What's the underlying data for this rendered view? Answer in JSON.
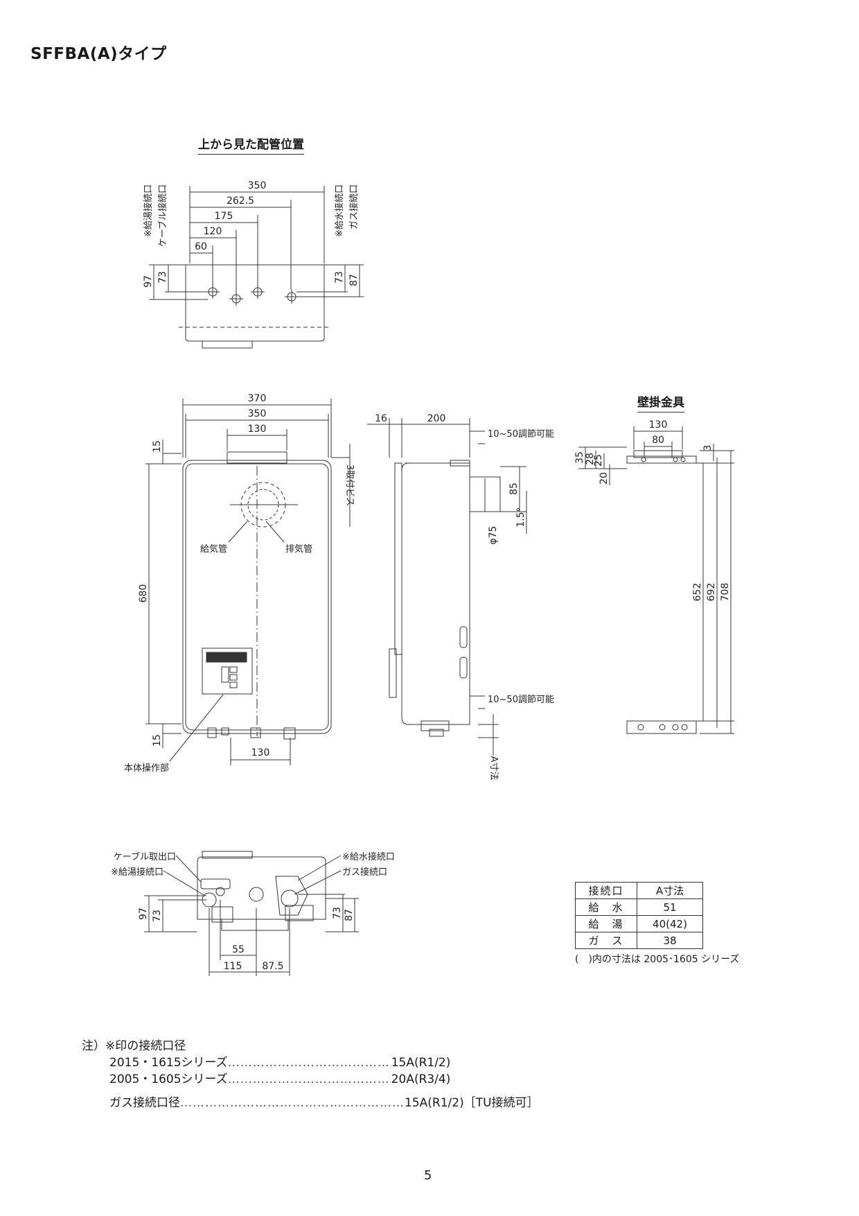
{
  "page_title": "SFFBA(A)タイプ",
  "top_view": {
    "title": "上から見た配管位置",
    "widths": [
      "350",
      "262.5",
      "175",
      "120",
      "60"
    ],
    "left_labels": [
      "※給湯接続口",
      "ケーブル接続口"
    ],
    "right_labels": [
      "※給水接続口",
      "ガス接続口"
    ],
    "left_depths": [
      "97",
      "73"
    ],
    "right_depths": [
      "73",
      "87"
    ]
  },
  "front_view": {
    "widths": [
      "370",
      "350",
      "130"
    ],
    "top_margin": "15",
    "bottom_margin": "15",
    "height": "680",
    "bottom_width": "130",
    "screws": "3取付ビス",
    "intake": "給気管",
    "exhaust": "排気管",
    "control": "本体操作部"
  },
  "side_view": {
    "depths": [
      "16",
      "200"
    ],
    "adjust_top": "10~50調節可能",
    "adjust_bottom": "10~50調節可能",
    "pipe_offset": "85",
    "slope": "1.5°",
    "pipe_dia": "φ75",
    "a_dim": "A寸法"
  },
  "bracket": {
    "title": "壁掛金具",
    "widths": [
      "130",
      "80"
    ],
    "small_dims": [
      "35",
      "28",
      "25",
      "20",
      "3"
    ],
    "heights": [
      "652",
      "692",
      "708"
    ]
  },
  "bottom_view": {
    "labels_left": [
      "ケーブル取出口",
      "※給湯接続口"
    ],
    "labels_right": [
      "※給水接続口",
      "ガス接続口"
    ],
    "left_depths": [
      "97",
      "73"
    ],
    "right_depths": [
      "73",
      "87"
    ],
    "widths": [
      "55",
      "115",
      "87.5"
    ]
  },
  "table": {
    "headers": [
      "接続口",
      "A寸法"
    ],
    "rows": [
      [
        "給　水",
        "51"
      ],
      [
        "給　湯",
        "40(42)"
      ],
      [
        "ガ　ス",
        "38"
      ]
    ],
    "note": "(　)内の寸法は 2005･1605 シリーズ"
  },
  "notes": {
    "heading": "注）※印の接続口径",
    "lines": [
      {
        "label": "2015・1615シリーズ",
        "value": "15A(R1/2)"
      },
      {
        "label": "2005・1605シリーズ",
        "value": "20A(R3/4)"
      },
      {
        "label": "ガス接続口径",
        "value": "15A(R1/2)［TU接続可］"
      }
    ]
  },
  "page_number": "5"
}
